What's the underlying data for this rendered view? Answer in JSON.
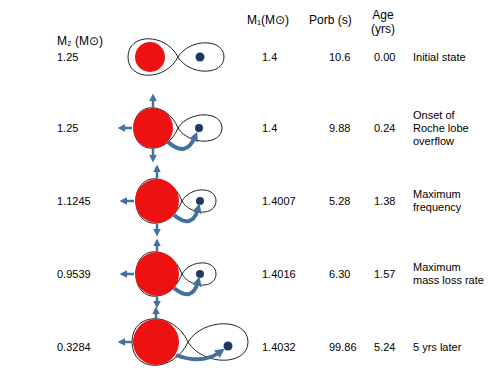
{
  "diagram": {
    "labels": [
      "M₂ (M⊙)",
      "M₁(M⊙)",
      "Porb (s)",
      "Age (yrs)",
      "1.25",
      "1.4",
      "10.6",
      "0.00",
      "Initial state",
      "1.25",
      "1.4",
      "9.88",
      "0.24",
      "Onset of Roche lobe overflow",
      "1.1245",
      "1.4007",
      "5.28",
      "1.38",
      "Maximum frequency",
      "0.9539",
      "1.4016",
      "6.30",
      "1.57",
      "Maximum mass loss rate",
      "0.3284",
      "1.4032",
      "99.86",
      "5.24",
      "5 yrs later"
    ]
  }
}
